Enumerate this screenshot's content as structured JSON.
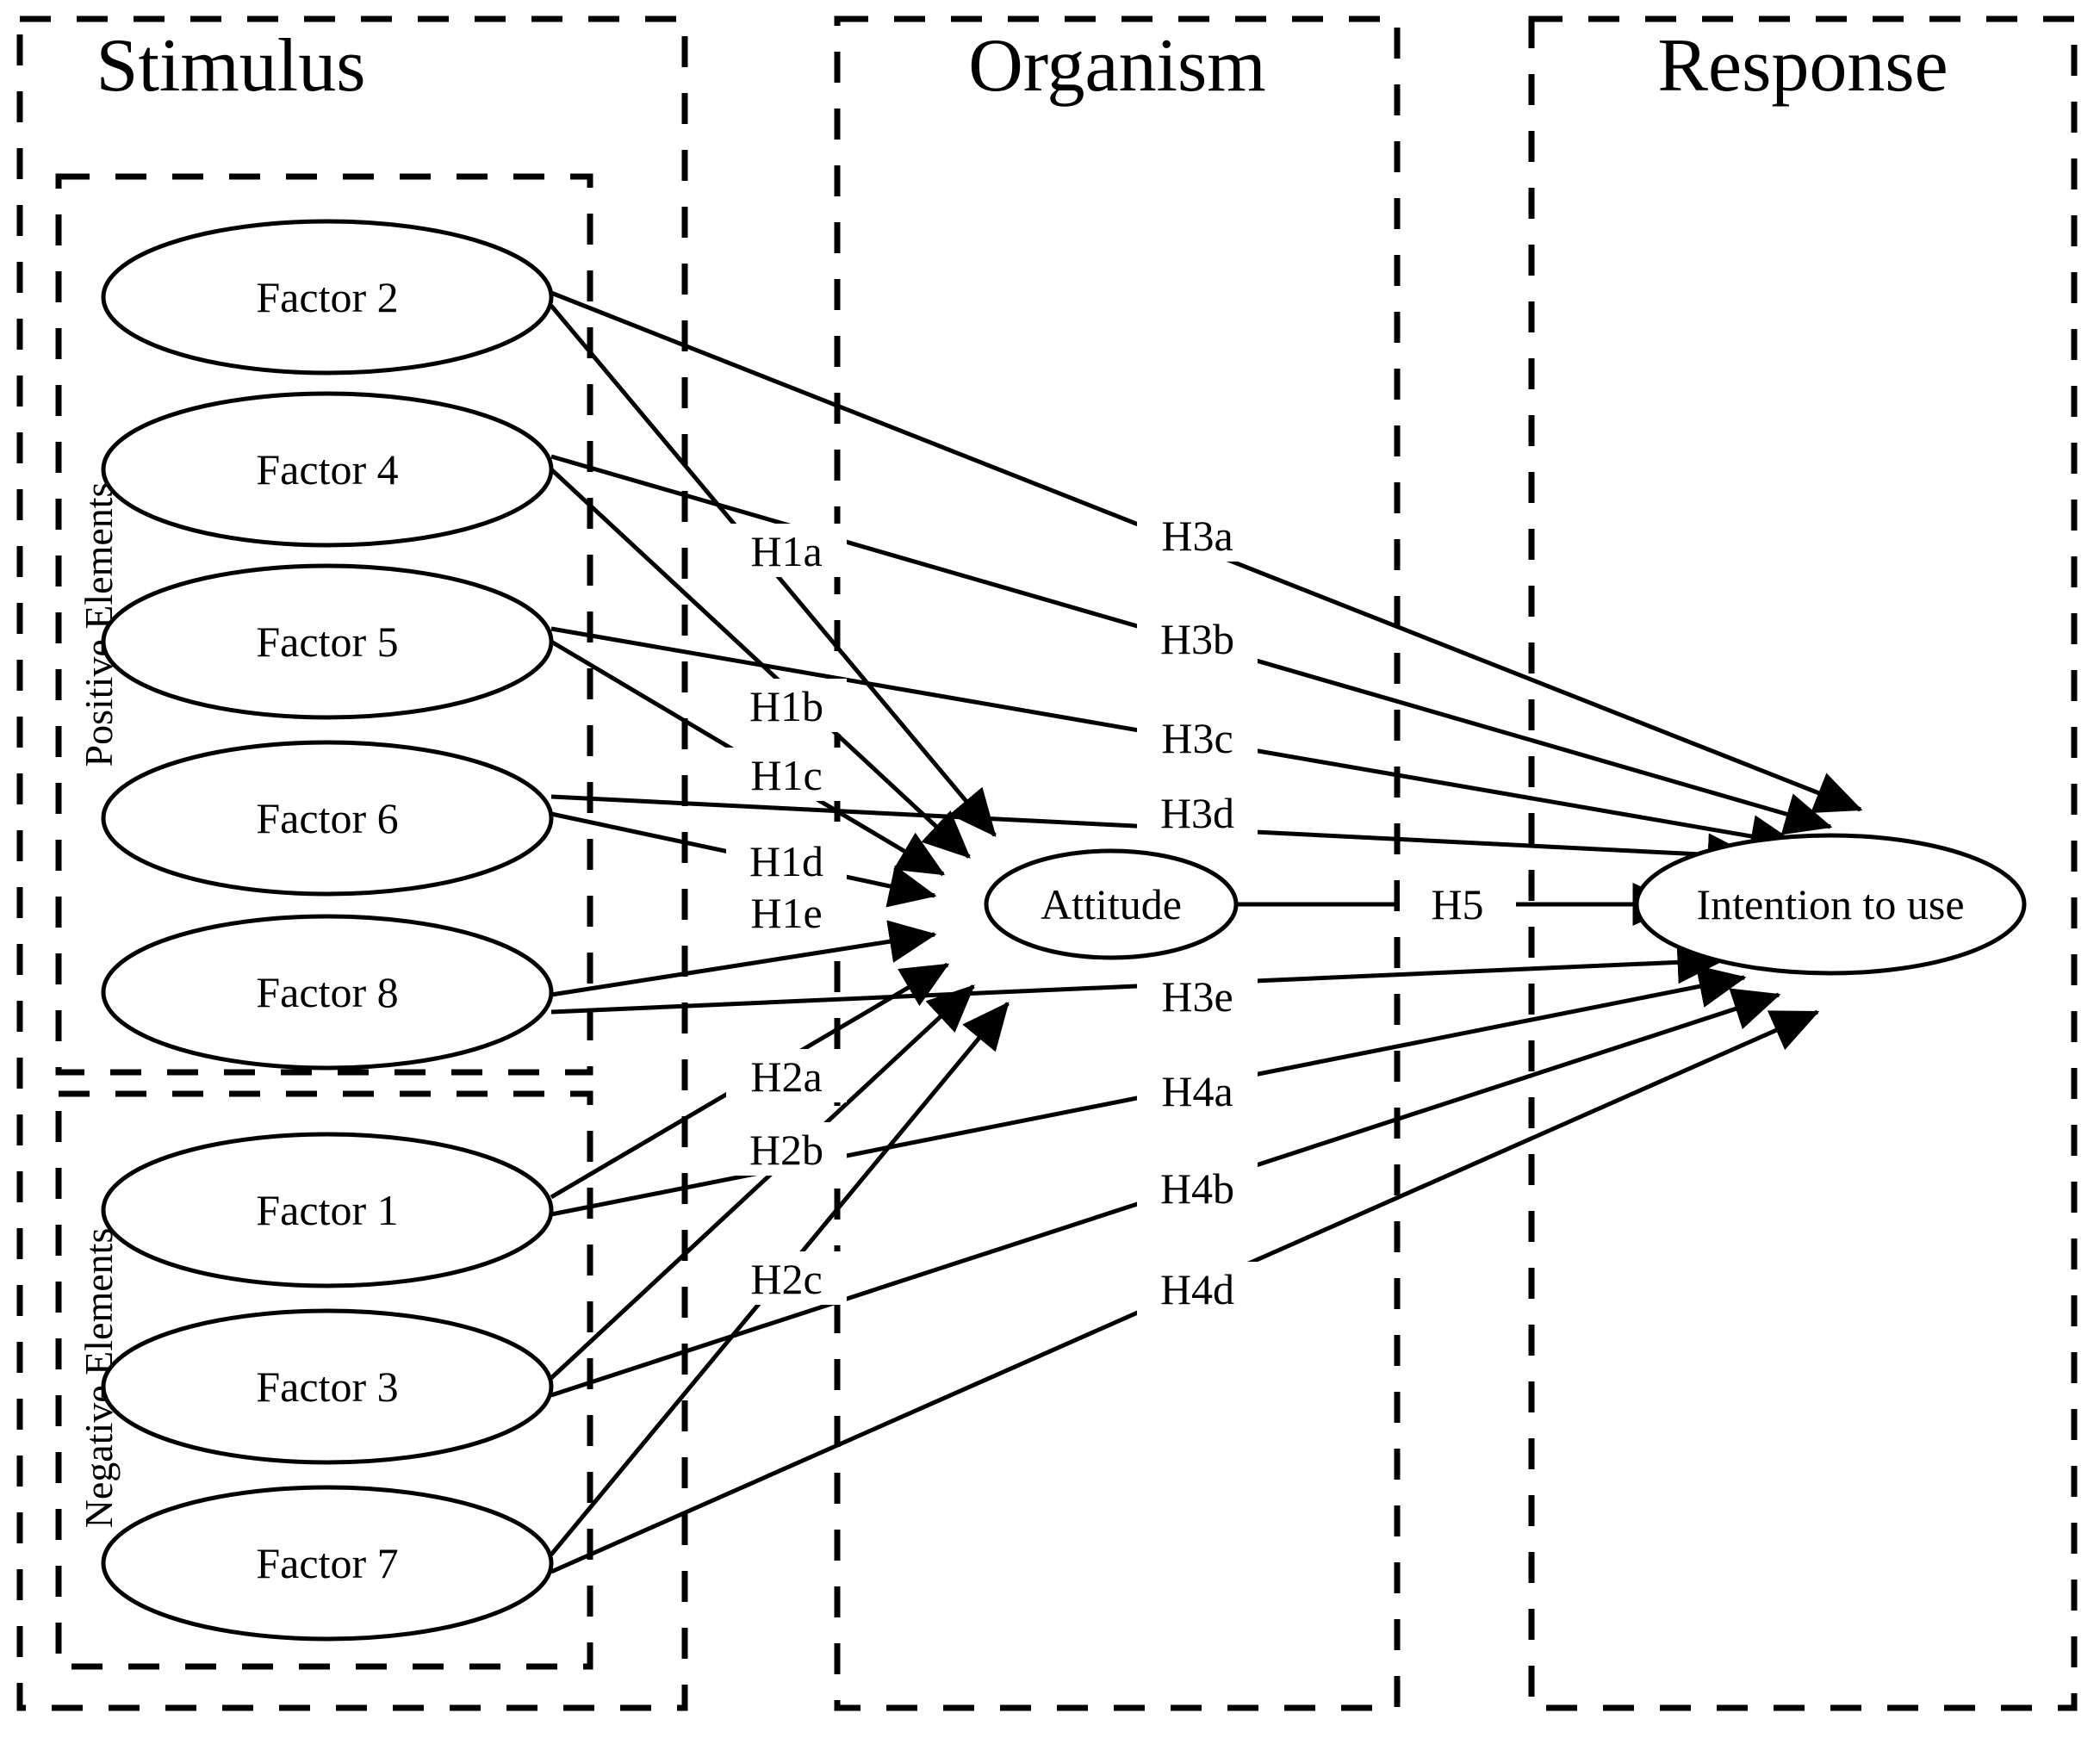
{
  "panels": [
    {
      "id": "stimulus",
      "title": "Stimulus"
    },
    {
      "id": "organism",
      "title": "Organism"
    },
    {
      "id": "response",
      "title": "Response"
    }
  ],
  "groups": [
    {
      "id": "positive",
      "label": "Positive Elements"
    },
    {
      "id": "negative",
      "label": "Negative Elements"
    }
  ],
  "nodes": {
    "positive_factors": [
      {
        "id": "factor2",
        "label": "Factor 2"
      },
      {
        "id": "factor4",
        "label": "Factor 4"
      },
      {
        "id": "factor5",
        "label": "Factor 5"
      },
      {
        "id": "factor6",
        "label": "Factor 6"
      },
      {
        "id": "factor8",
        "label": "Factor 8"
      }
    ],
    "negative_factors": [
      {
        "id": "factor1",
        "label": "Factor 1"
      },
      {
        "id": "factor3",
        "label": "Factor 3"
      },
      {
        "id": "factor7",
        "label": "Factor 7"
      }
    ],
    "mediator": {
      "id": "attitude",
      "label": "Attitude"
    },
    "outcome": {
      "id": "intention",
      "label": "Intention to use"
    }
  },
  "hypotheses": {
    "to_attitude_positive": [
      {
        "id": "H1a",
        "label": "H1a",
        "from": "Factor 2",
        "to": "Attitude"
      },
      {
        "id": "H1b",
        "label": "H1b",
        "from": "Factor 4",
        "to": "Attitude"
      },
      {
        "id": "H1c",
        "label": "H1c",
        "from": "Factor 5",
        "to": "Attitude"
      },
      {
        "id": "H1d",
        "label": "H1d",
        "from": "Factor 6",
        "to": "Attitude"
      },
      {
        "id": "H1e",
        "label": "H1e",
        "from": "Factor 8",
        "to": "Attitude"
      }
    ],
    "to_attitude_negative": [
      {
        "id": "H2a",
        "label": "H2a",
        "from": "Factor 1",
        "to": "Attitude"
      },
      {
        "id": "H2b",
        "label": "H2b",
        "from": "Factor 3",
        "to": "Attitude"
      },
      {
        "id": "H2c",
        "label": "H2c",
        "from": "Factor 7",
        "to": "Attitude"
      }
    ],
    "to_intention_positive": [
      {
        "id": "H3a",
        "label": "H3a",
        "from": "Factor 2",
        "to": "Intention to use"
      },
      {
        "id": "H3b",
        "label": "H3b",
        "from": "Factor 4",
        "to": "Intention to use"
      },
      {
        "id": "H3c",
        "label": "H3c",
        "from": "Factor 5",
        "to": "Intention to use"
      },
      {
        "id": "H3d",
        "label": "H3d",
        "from": "Factor 6",
        "to": "Intention to use"
      },
      {
        "id": "H3e",
        "label": "H3e",
        "from": "Factor 8",
        "to": "Intention to use"
      }
    ],
    "to_intention_negative": [
      {
        "id": "H4a",
        "label": "H4a",
        "from": "Factor 1",
        "to": "Intention to use"
      },
      {
        "id": "H4b",
        "label": "H4b",
        "from": "Factor 3",
        "to": "Intention to use"
      },
      {
        "id": "H4d",
        "label": "H4d",
        "from": "Factor 7",
        "to": "Intention to use"
      }
    ],
    "mediator_to_outcome": {
      "id": "H5",
      "label": "H5",
      "from": "Attitude",
      "to": "Intention to use"
    }
  },
  "colors": {
    "stroke": "#000000",
    "background": "#ffffff"
  }
}
